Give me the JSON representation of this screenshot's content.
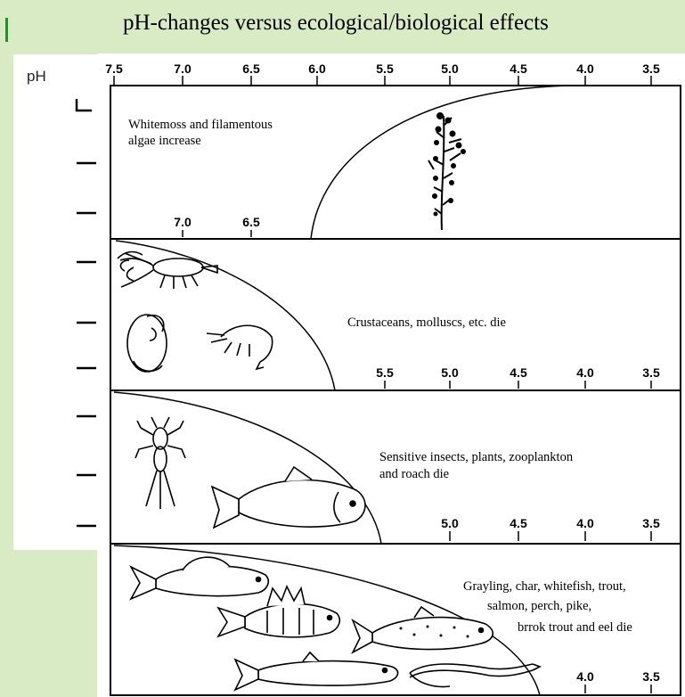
{
  "title": "pH-changes versus ecological/biological effects",
  "ph_label": "pH",
  "top_axis": [
    "7.5",
    "7.0",
    "6.5",
    "6.0",
    "5.5",
    "5.0",
    "4.5",
    "4.0",
    "3.5"
  ],
  "panels": [
    {
      "lines": [
        "Whitemoss and filamentous",
        "algae increase"
      ],
      "scale": [
        "7.0",
        "6.5"
      ]
    },
    {
      "lines": [
        "Crustaceans, molluscs, etc. die"
      ],
      "scale": [
        "5.5",
        "5.0",
        "4.5",
        "4.0",
        "3.5"
      ]
    },
    {
      "lines": [
        "Sensitive insects, plants, zooplankton",
        "and roach die"
      ],
      "scale": [
        "5.0",
        "4.5",
        "4.0",
        "3.5"
      ]
    },
    {
      "lines": [
        "Grayling, char, whitefish, trout,",
        "salmon, perch, pike,",
        "brrok trout and eel die"
      ],
      "scale": [
        "4.0",
        "3.5"
      ]
    }
  ],
  "icons": [
    "moss-plant-icon",
    "crayfish-icon",
    "snail-icon",
    "shrimp-icon",
    "mayfly-nymph-icon",
    "roach-fish-icon",
    "grayling-icon",
    "perch-icon",
    "trout-icon",
    "pike-icon",
    "eel-icon"
  ]
}
